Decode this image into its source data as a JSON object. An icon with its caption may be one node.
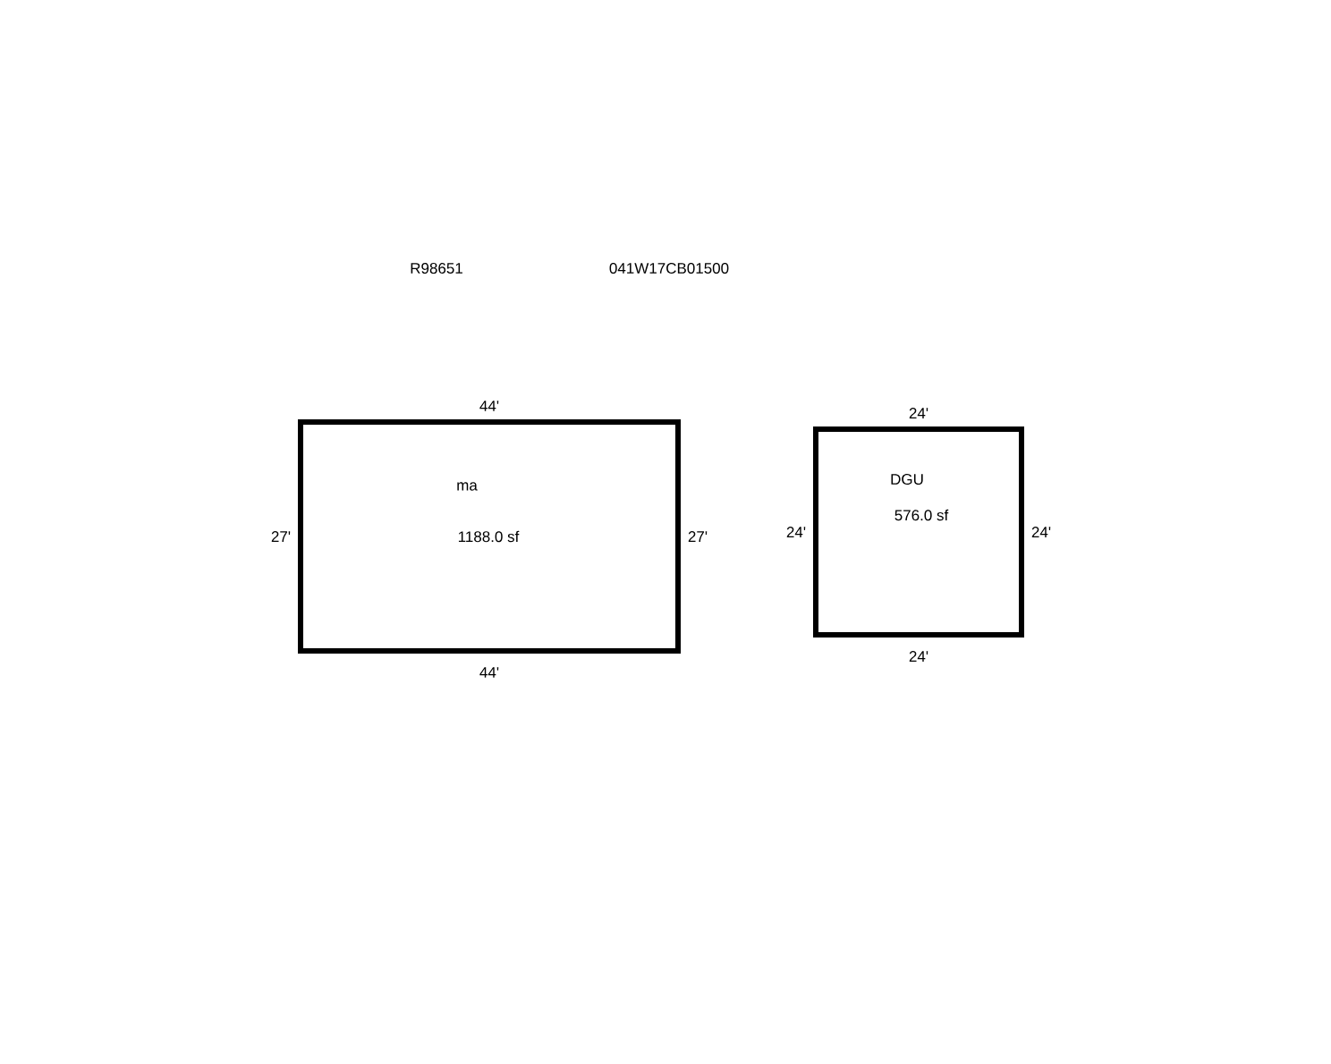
{
  "diagram": {
    "nodes": [
      {
        "text": [
          "ma",
          "1188.0 sf"
        ],
        "beside": [
          "44'",
          "27'",
          "27'",
          "44'"
        ]
      },
      {
        "text": [
          "DGU",
          "576.0 sf"
        ],
        "beside": [
          "24'",
          "24'",
          "24'",
          "24'"
        ]
      }
    ],
    "labels": [
      "R98651",
      "041W17CB01500"
    ]
  }
}
